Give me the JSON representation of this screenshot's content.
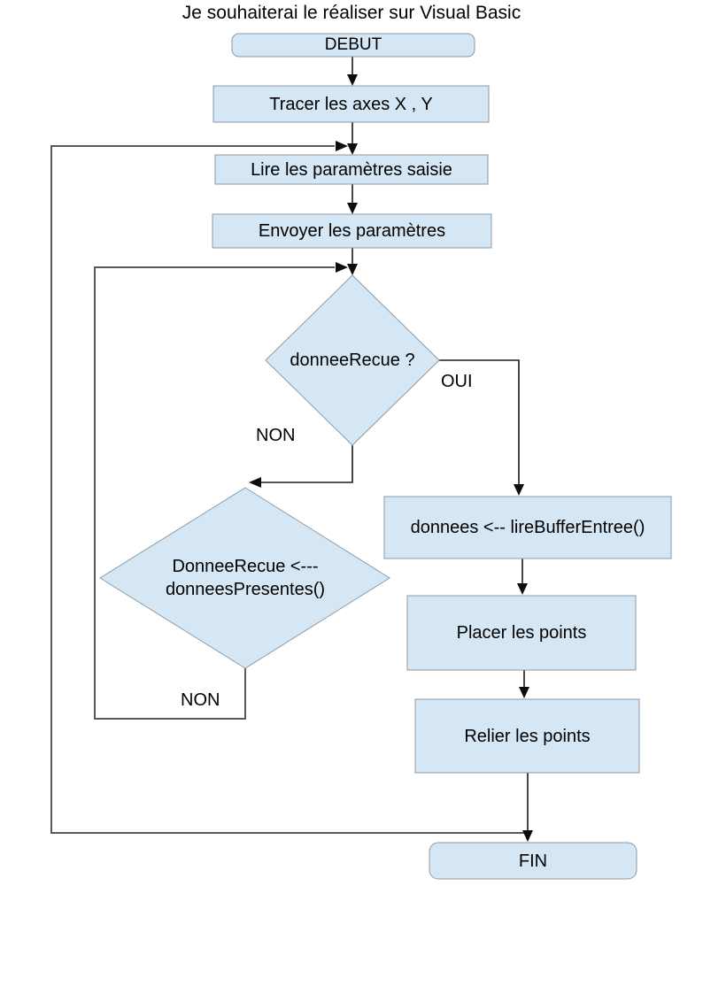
{
  "title": "Je souhaiterai le réaliser sur Visual Basic",
  "colors": {
    "node_fill": "#d5e7f4",
    "node_border": "#8d9aa3",
    "connector_black": "#1a1a1a",
    "connector_gray": "#595959",
    "text": "#000000",
    "background": "#ffffff"
  },
  "nodes": {
    "debut": {
      "type": "terminator",
      "label": "DEBUT"
    },
    "tracer": {
      "type": "process",
      "label": "Tracer les axes X , Y"
    },
    "lire": {
      "type": "process",
      "label": "Lire les paramètres saisie"
    },
    "envoyer": {
      "type": "process",
      "label": "Envoyer les paramètres"
    },
    "decision_donnee_recue": {
      "type": "decision",
      "label": "donneeRecue ?"
    },
    "decision_donnees_presentes": {
      "type": "decision",
      "line1": "DonneeRecue <---",
      "line2": "donneesPresentes()"
    },
    "lire_buffer": {
      "type": "process",
      "label": "donnees <-- lireBufferEntree()"
    },
    "placer": {
      "type": "process",
      "label": "Placer les points"
    },
    "relier": {
      "type": "process",
      "label": "Relier les points"
    },
    "fin": {
      "type": "terminator",
      "label": "FIN"
    }
  },
  "edge_labels": {
    "oui": "OUI",
    "non_1": "NON",
    "non_2": "NON"
  }
}
